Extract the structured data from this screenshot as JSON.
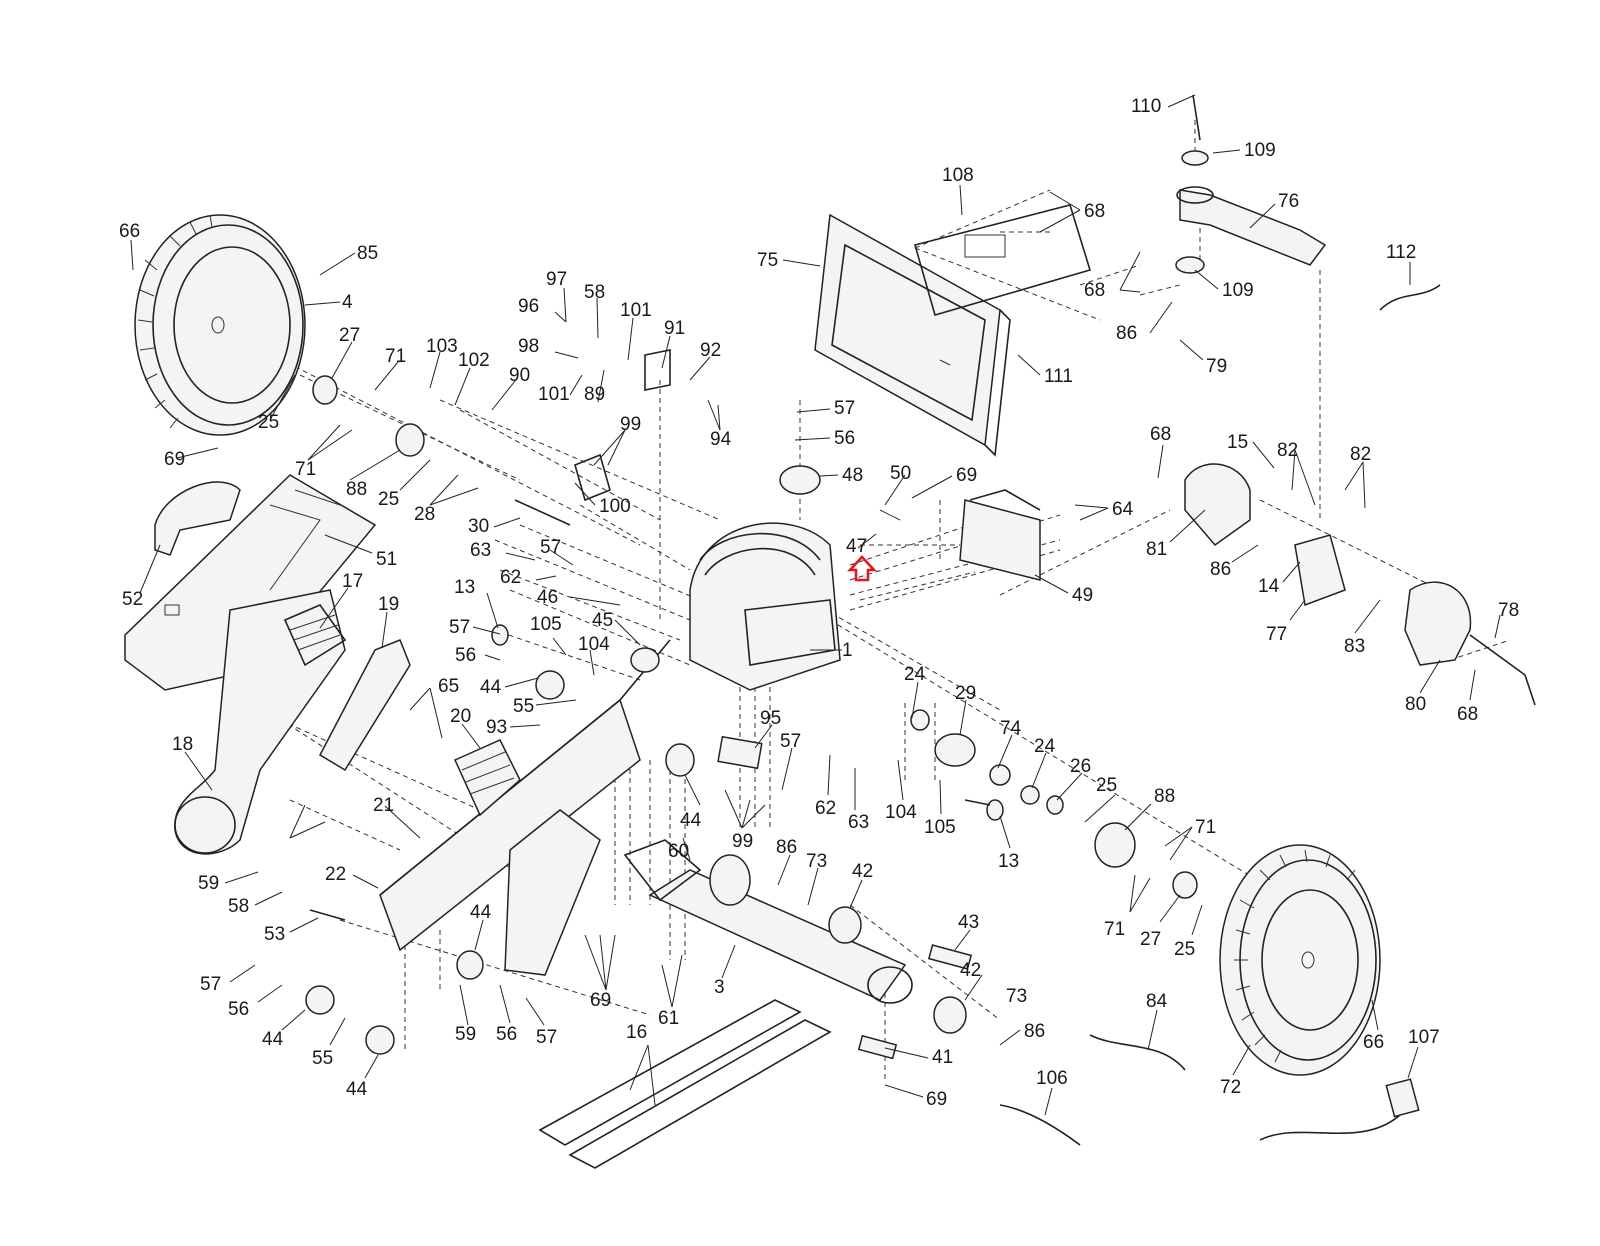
{
  "colors": {
    "line": "#222222",
    "background": "#ffffff",
    "highlight": "#e0191e"
  },
  "highlight": {
    "part": "47",
    "shape": "up-arrow"
  },
  "callouts": [
    "110",
    "109",
    "108",
    "68",
    "76",
    "75",
    "66",
    "85",
    "4",
    "68",
    "109",
    "112",
    "97",
    "58",
    "101",
    "91",
    "96",
    "27",
    "71",
    "103",
    "102",
    "98",
    "92",
    "86",
    "79",
    "90",
    "101",
    "89",
    "111",
    "25",
    "94",
    "57",
    "99",
    "56",
    "68",
    "15",
    "82",
    "82",
    "69",
    "71",
    "88",
    "25",
    "28",
    "100",
    "48",
    "50",
    "69",
    "64",
    "52",
    "51",
    "30",
    "63",
    "57",
    "47",
    "81",
    "86",
    "17",
    "19",
    "62",
    "14",
    "46",
    "49",
    "13",
    "45",
    "57",
    "105",
    "104",
    "77",
    "83",
    "78",
    "1",
    "56",
    "65",
    "44",
    "55",
    "24",
    "29",
    "93",
    "20",
    "95",
    "74",
    "24",
    "26",
    "18",
    "57",
    "25",
    "88",
    "71",
    "21",
    "62",
    "63",
    "104",
    "105",
    "13",
    "44",
    "60",
    "99",
    "59",
    "86",
    "73",
    "22",
    "42",
    "58",
    "53",
    "71",
    "27",
    "25",
    "44",
    "43",
    "57",
    "56",
    "42",
    "73",
    "66",
    "107",
    "55",
    "44",
    "59",
    "56",
    "57",
    "69",
    "61",
    "3",
    "84",
    "86",
    "41",
    "16",
    "44",
    "106",
    "72",
    "69",
    "80",
    "68"
  ],
  "icons": [
    "exploded-parts-diagram",
    "red-up-arrow"
  ]
}
